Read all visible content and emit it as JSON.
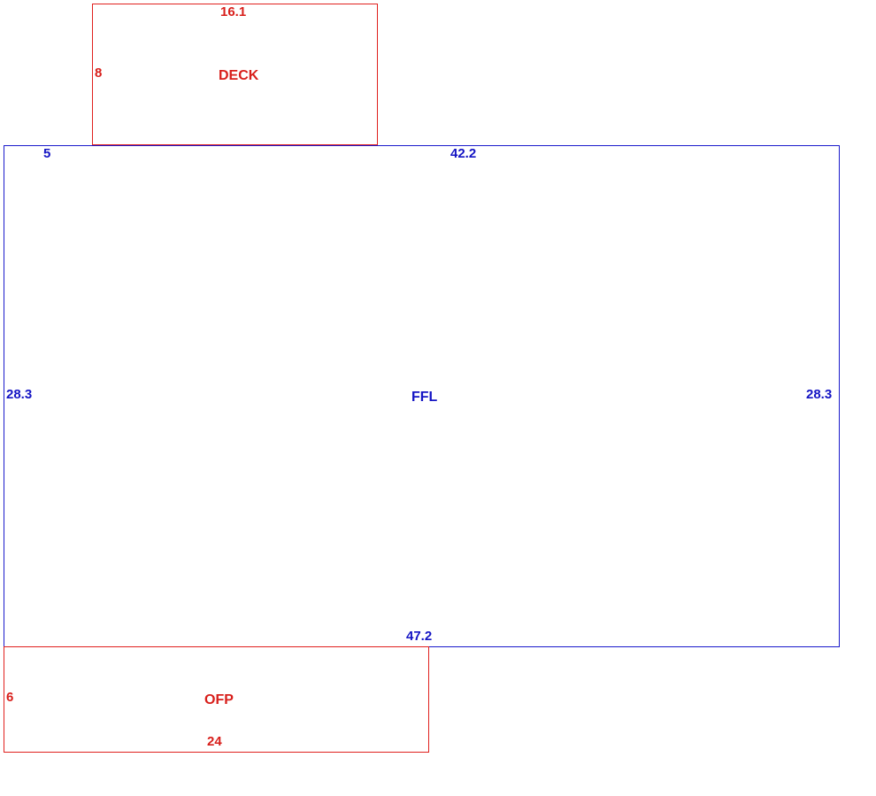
{
  "colors": {
    "red": "#e0201e",
    "blue": "#1a1acc"
  },
  "deck": {
    "name": "DECK",
    "width": "16.1",
    "height": "8"
  },
  "ffl": {
    "name": "FFL",
    "top_left_offset": "5",
    "top_width": "42.2",
    "left_height": "28.3",
    "right_height": "28.3",
    "bottom_width": "47.2"
  },
  "ofp": {
    "name": "OFP",
    "height": "6",
    "width": "24"
  }
}
